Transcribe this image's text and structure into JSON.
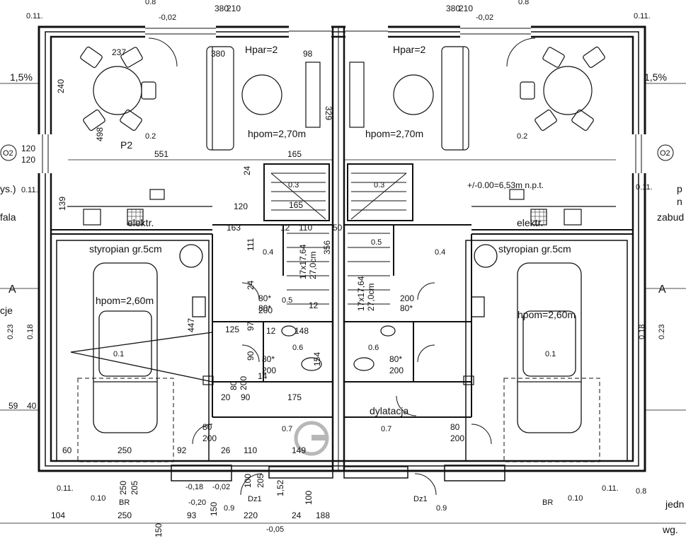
{
  "sheet": {
    "top_tags": [
      "0.11.",
      "0.8",
      "0.8",
      "0.11."
    ],
    "top_dims": [
      "380",
      "210",
      "380",
      "210"
    ],
    "top_levels": [
      "-0,02",
      "-0,02"
    ]
  },
  "left_unit": {
    "room_ids": {
      "living": "P2",
      "living_tag": "0.2",
      "stair_tag": "0.3",
      "hall_tag": "0.4",
      "wc_tag": "0.5",
      "bath_tag": "0.6",
      "garage_tag": "0.1",
      "vest_tag": "0.7"
    },
    "heights": {
      "living": "hpom=2,70m",
      "garage": "hpom=2,60m",
      "par": "Hpar=2"
    },
    "labels": {
      "kitchen": "elektr.",
      "insul": "styropian gr.5cm",
      "joint": "",
      "dz": "Dz1",
      "br": "BR"
    },
    "door_labels": [
      {
        "w": "80*",
        "h": "200"
      },
      {
        "w": "80*",
        "h": "200"
      },
      {
        "w": "80",
        "h": "200"
      }
    ],
    "stair_text": [
      "17x17,64",
      "27,0cm"
    ],
    "dims": [
      "237",
      "380",
      "98",
      "240",
      "498",
      "551",
      "165",
      "120",
      "120",
      "139",
      "163",
      "110",
      "120",
      "111",
      "447",
      "125",
      "148",
      "175",
      "59",
      "40",
      "60",
      "250",
      "92",
      "26",
      "110",
      "149",
      "104",
      "250",
      "93",
      "220",
      "24",
      "188",
      "329",
      "356",
      "24",
      "12",
      "90",
      "90",
      "80",
      "200",
      "20",
      "14",
      "97",
      "12",
      "154",
      "165",
      "50",
      "24",
      "12"
    ],
    "side_tags": [
      "0.11.",
      "0.11.",
      "0.11.",
      "0.10",
      "0.9",
      "0.8",
      "0.23",
      "0.18"
    ],
    "edge_text": [
      "1,5%",
      "ys.)",
      "fala",
      "cje",
      "A",
      "O2"
    ],
    "bottom_levels": [
      "-0,18",
      "-0,02",
      "-0,20",
      "-0,05"
    ],
    "vdims": [
      "250",
      "205",
      "150",
      "100",
      "205",
      "1,52",
      "100",
      "150"
    ]
  },
  "right_unit": {
    "room_ids": {
      "living_tag": "0.2",
      "stair_tag": "0.3",
      "hall_tag": "0.4",
      "wc_tag": "0.5",
      "bath_tag": "0.6",
      "garage_tag": "0.1",
      "vest_tag": "0.7"
    },
    "heights": {
      "living": "hpom=2,70m",
      "garage": "hpom=2,60m",
      "par": "Hpar=2"
    },
    "labels": {
      "kitchen": "elektr.",
      "insul": "styropian gr.5cm",
      "joint": "dylatacja",
      "dz": "Dz1",
      "br": "BR",
      "level": "+/-0.00=6,53m n.p.t."
    },
    "door_labels": [
      {
        "w": "80*",
        "h": "200"
      },
      {
        "w": "80*",
        "h": "200"
      },
      {
        "w": "80",
        "h": "200"
      }
    ],
    "stair_text": [
      "17x17,64",
      "27,0cm"
    ],
    "edge_text": [
      "1,5%",
      "p",
      "n",
      "zabud",
      "A",
      "O2",
      "jedn",
      "wg."
    ],
    "side_tags": [
      "0.11.",
      "0.11.",
      "0.11.",
      "0.10",
      "0.9",
      "0.8",
      "0.23",
      "0.18"
    ]
  }
}
